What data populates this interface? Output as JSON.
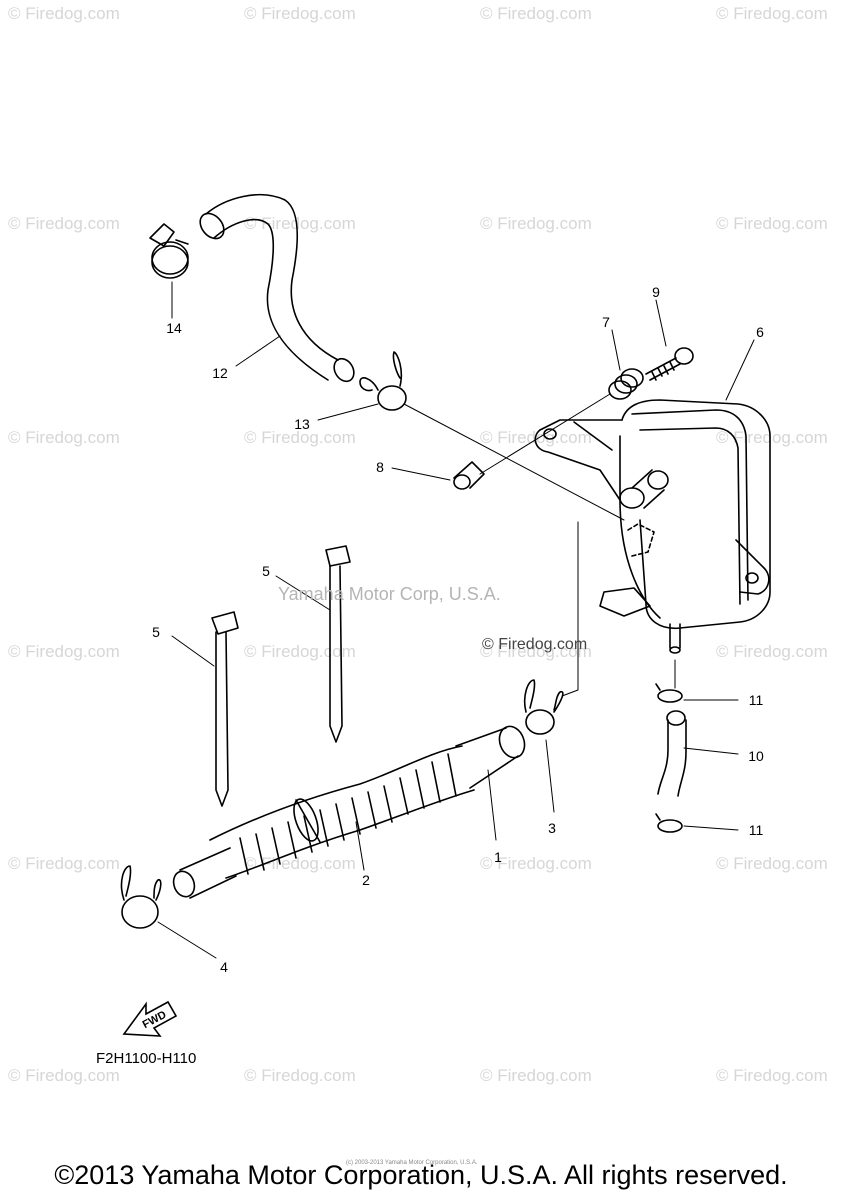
{
  "watermark_text": "© Firedog.com",
  "center_watermark": "Yamaha Motor Corp, U.S.A.",
  "inline_firedog": "© Firedog.com",
  "diagram_code": "F2H1100-H110",
  "fwd_label": "FWD",
  "copyright": "©2013 Yamaha Motor Corporation, U.S.A. All rights reserved.",
  "small_note": "(c) 2003-2013 Yamaha Motor Corporation, U.S.A.",
  "callouts": [
    "1",
    "2",
    "3",
    "4",
    "5",
    "5",
    "6",
    "7",
    "8",
    "9",
    "10",
    "11",
    "11",
    "12",
    "13",
    "14"
  ]
}
